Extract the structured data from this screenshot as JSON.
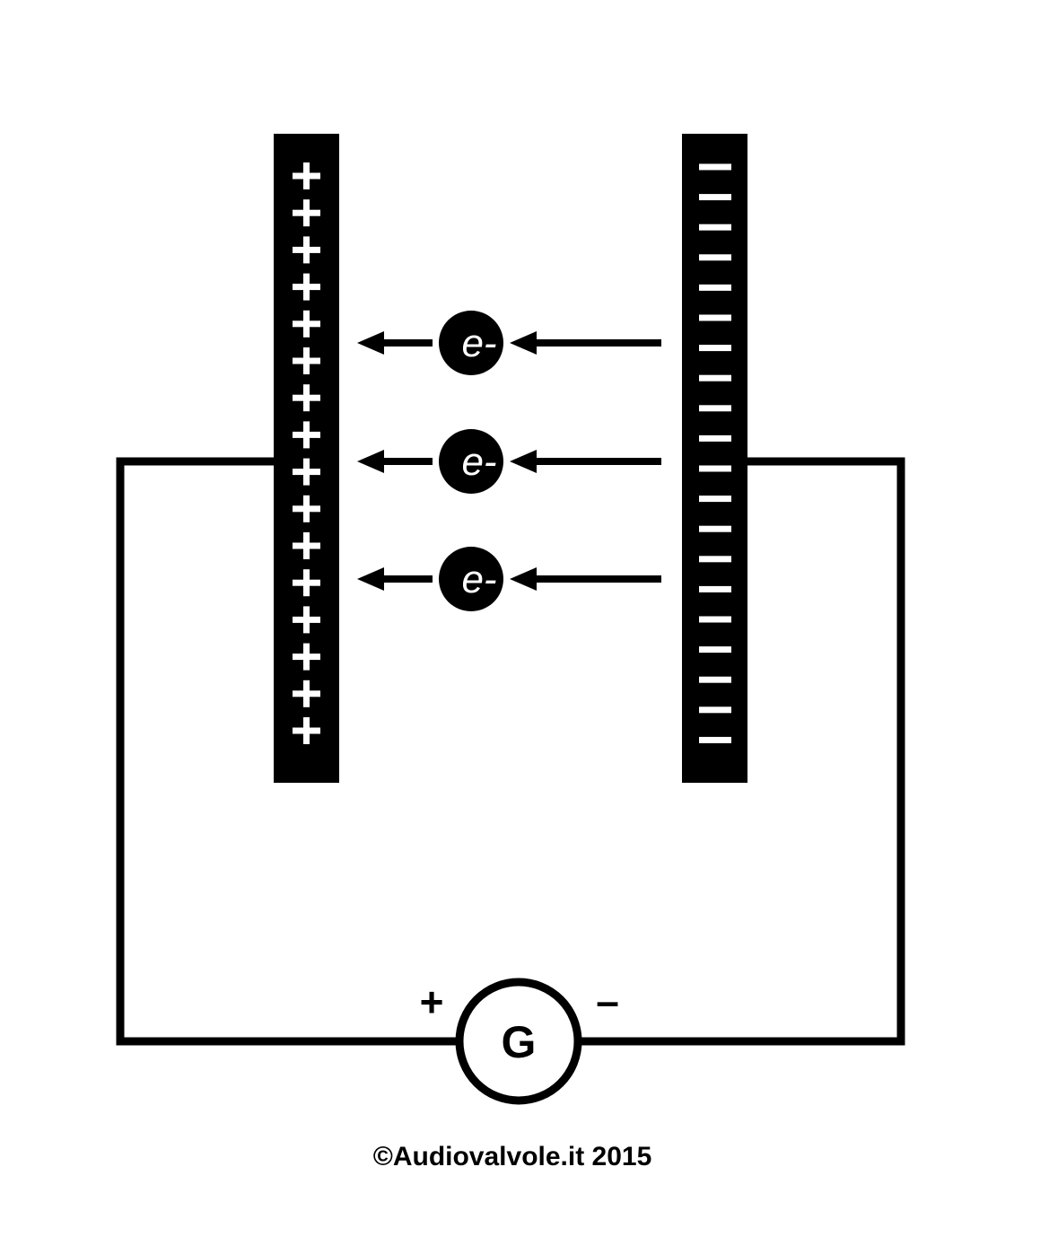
{
  "diagram": {
    "positive_plate": {
      "charge_symbol": "+",
      "charge_count": 16
    },
    "negative_plate": {
      "charge_symbol": "-",
      "charge_count": 20
    },
    "electrons": [
      {
        "label": "e-"
      },
      {
        "label": "e-"
      },
      {
        "label": "e-"
      }
    ],
    "generator": {
      "label": "G",
      "positive_terminal": "+",
      "negative_terminal": "–"
    },
    "copyright": "©Audiovalvole.it 2015"
  }
}
